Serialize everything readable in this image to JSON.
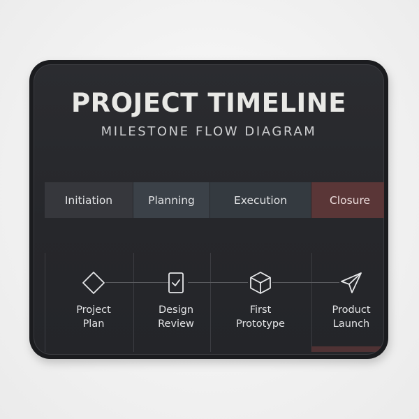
{
  "title": "PROJECT TIMELINE",
  "subtitle": "MILESTONE FLOW DIAGRAM",
  "phases": [
    {
      "label": "Initiation"
    },
    {
      "label": "Planning"
    },
    {
      "label": "Execution"
    },
    {
      "label": "Closure"
    }
  ],
  "milestones": [
    {
      "line1": "Project",
      "line2": "Plan",
      "icon": "diamond-icon"
    },
    {
      "line1": "Design",
      "line2": "Review",
      "icon": "checklist-icon"
    },
    {
      "line1": "First",
      "line2": "Prototype",
      "icon": "cube-icon"
    },
    {
      "line1": "Product",
      "line2": "Launch",
      "icon": "paper-plane-icon"
    }
  ],
  "colors": {
    "mat_background": "#26272b",
    "closure_accent": "#5a3637",
    "text": "#e9e9e6"
  }
}
